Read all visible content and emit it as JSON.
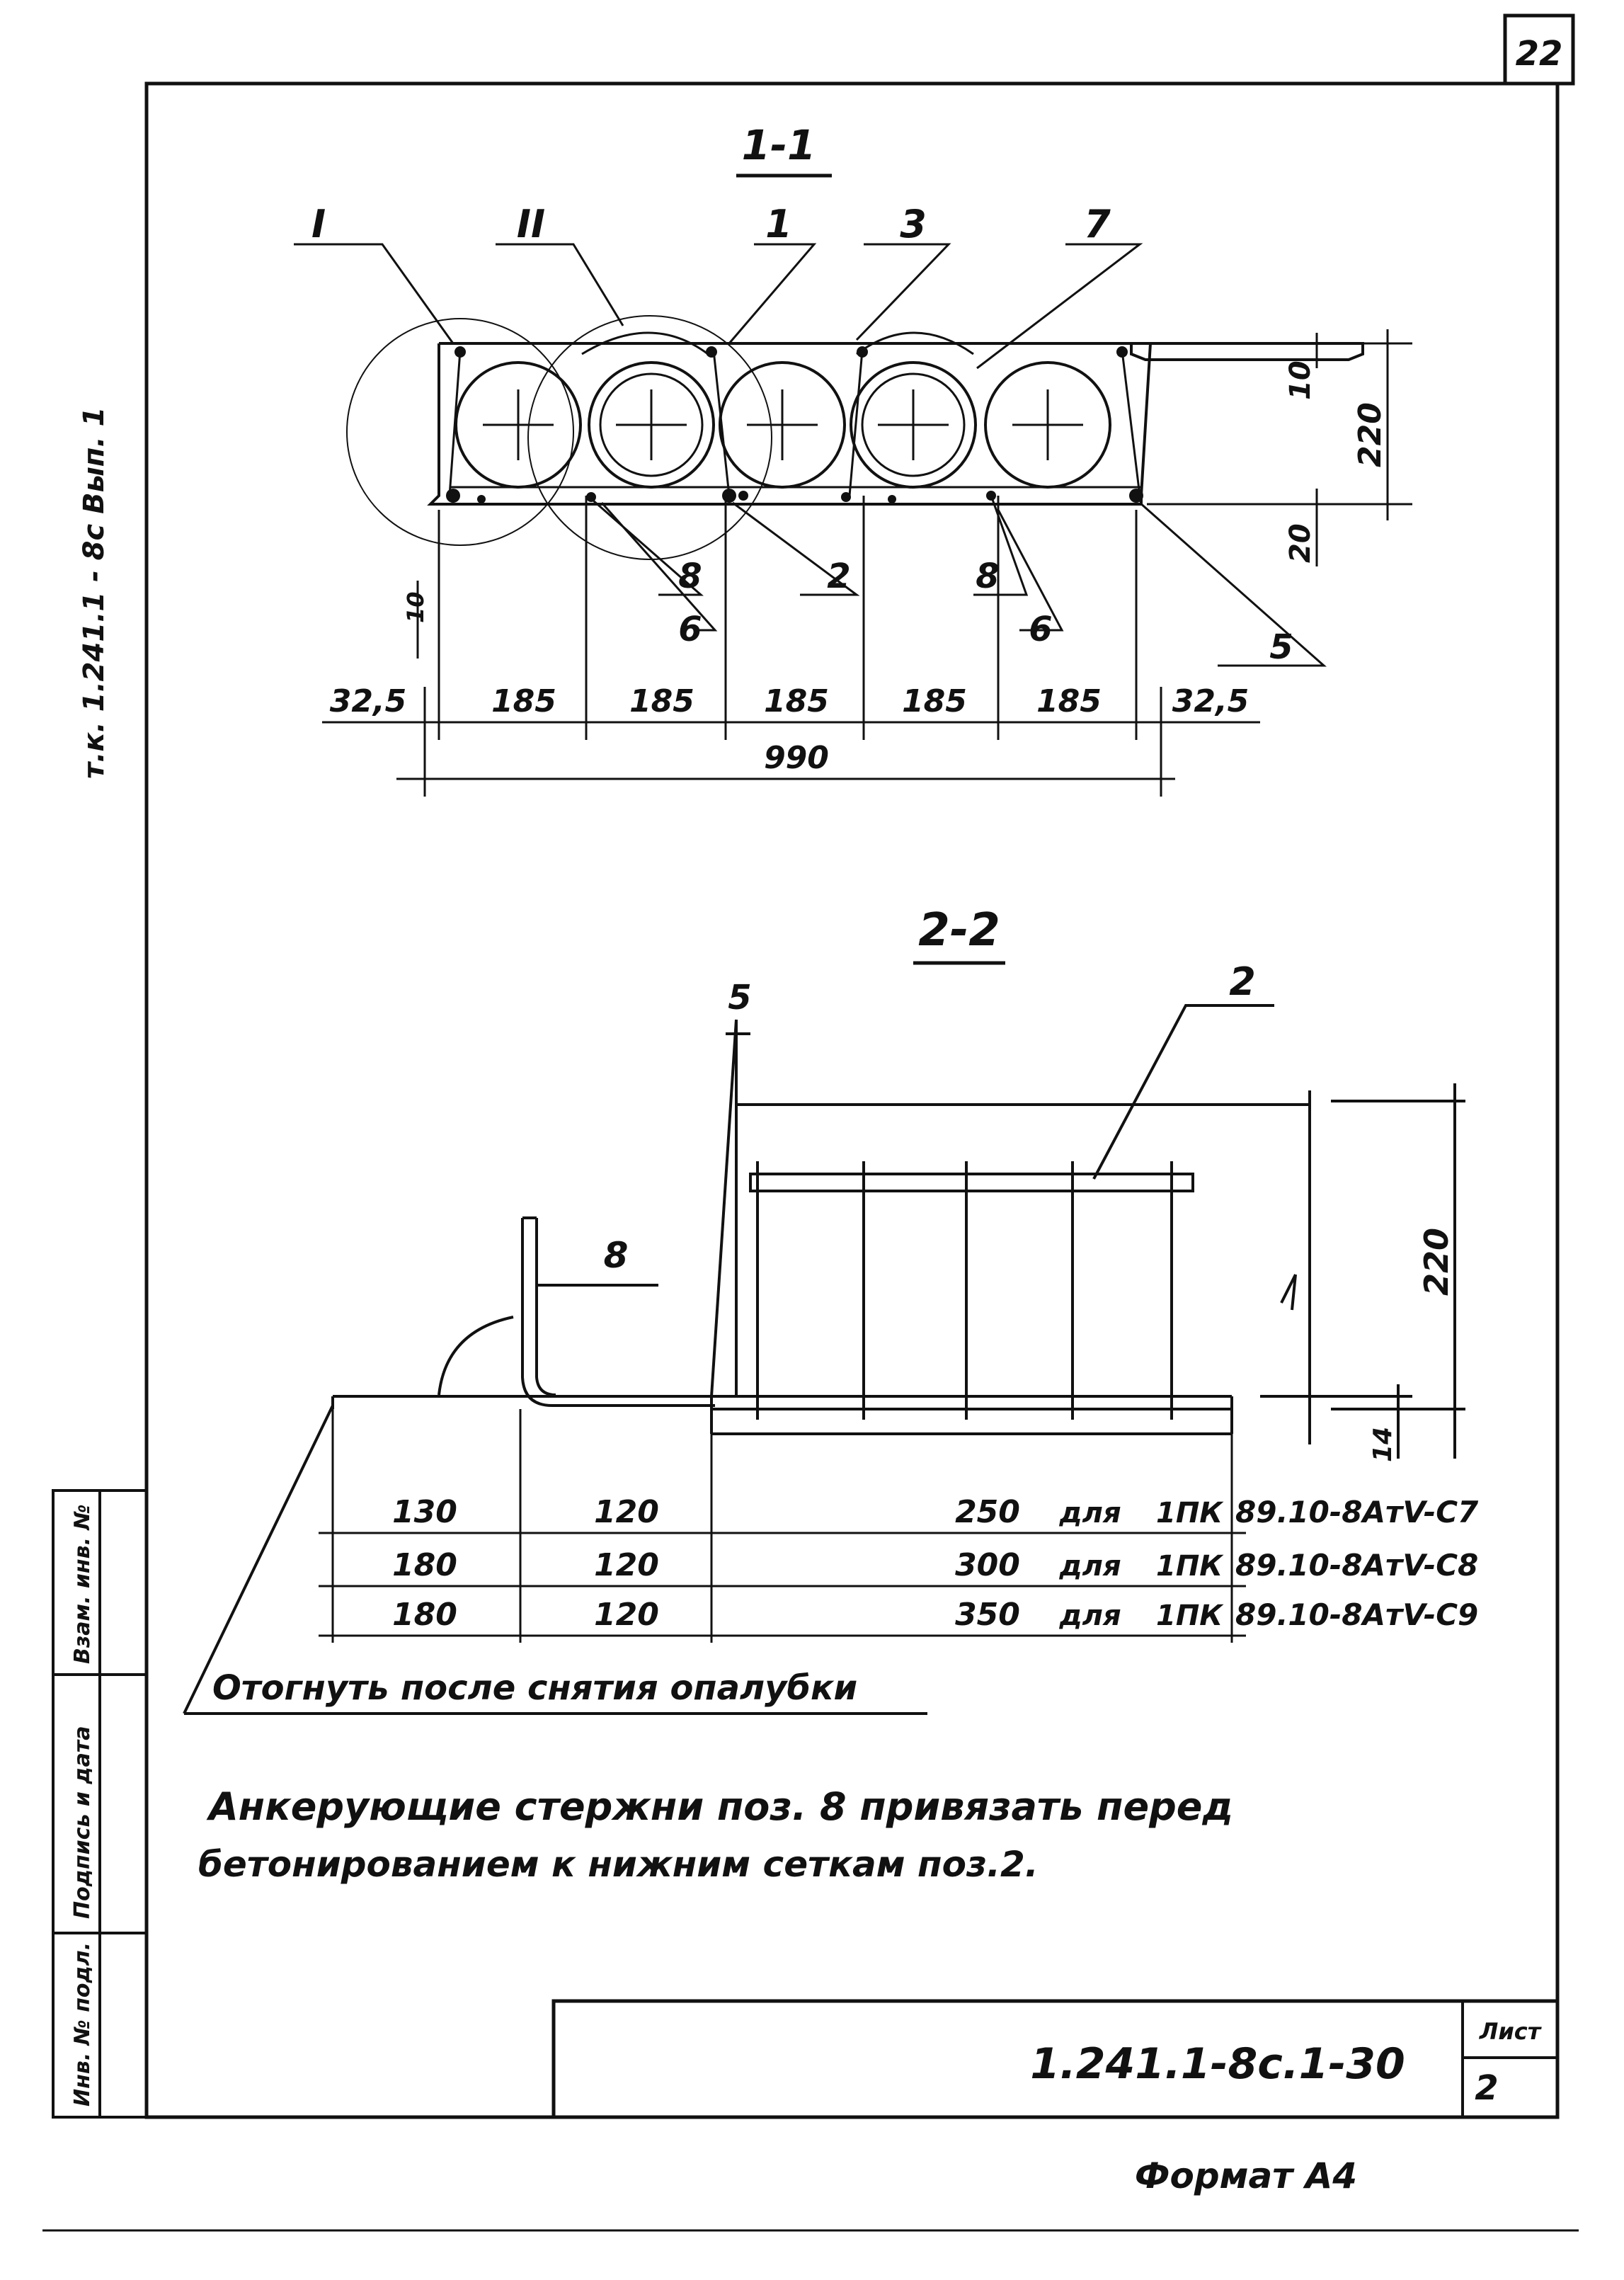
{
  "sheet": {
    "page_number": "22",
    "side_code": "т.к. 1.241.1 - 8с   Вып. 1",
    "doc_code": "1.241.1-8с.1-30",
    "sheet_label": "Лист",
    "sheet_number": "2",
    "format": "Формат А4",
    "stamp": [
      "Инв. № подл.",
      "Подпись и дата",
      "Взам. инв. №"
    ]
  },
  "section1": {
    "title": "1-1",
    "callouts": [
      "I",
      "II",
      "1",
      "3",
      "7",
      "8",
      "6",
      "2",
      "8",
      "6",
      "5"
    ],
    "dims": {
      "spans": [
        "32,5",
        "185",
        "185",
        "185",
        "185",
        "185",
        "32,5"
      ],
      "total": "990",
      "height": "220",
      "top": "10",
      "bottom": "20",
      "left_small": "10"
    }
  },
  "section2": {
    "title": "2-2",
    "callouts": [
      "5",
      "2",
      "8"
    ],
    "dims": {
      "height": "220",
      "low": "14"
    },
    "table": [
      {
        "a": "130",
        "b": "120",
        "c": "250",
        "for": "для",
        "series": "1ПК",
        "mark": "89.10-8АтV-С7"
      },
      {
        "a": "180",
        "b": "120",
        "c": "300",
        "for": "для",
        "series": "1ПК",
        "mark": "89.10-8АтV-С8"
      },
      {
        "a": "180",
        "b": "120",
        "c": "350",
        "for": "для",
        "series": "1ПК",
        "mark": "89.10-8АтV-С9"
      }
    ],
    "bend_note": "Отогнуть после снятия опалубки"
  },
  "note": {
    "line1": "Анкерующие стержни поз. 8 привязать перед",
    "line2": "бетонированием к нижним сеткам поз.2."
  }
}
